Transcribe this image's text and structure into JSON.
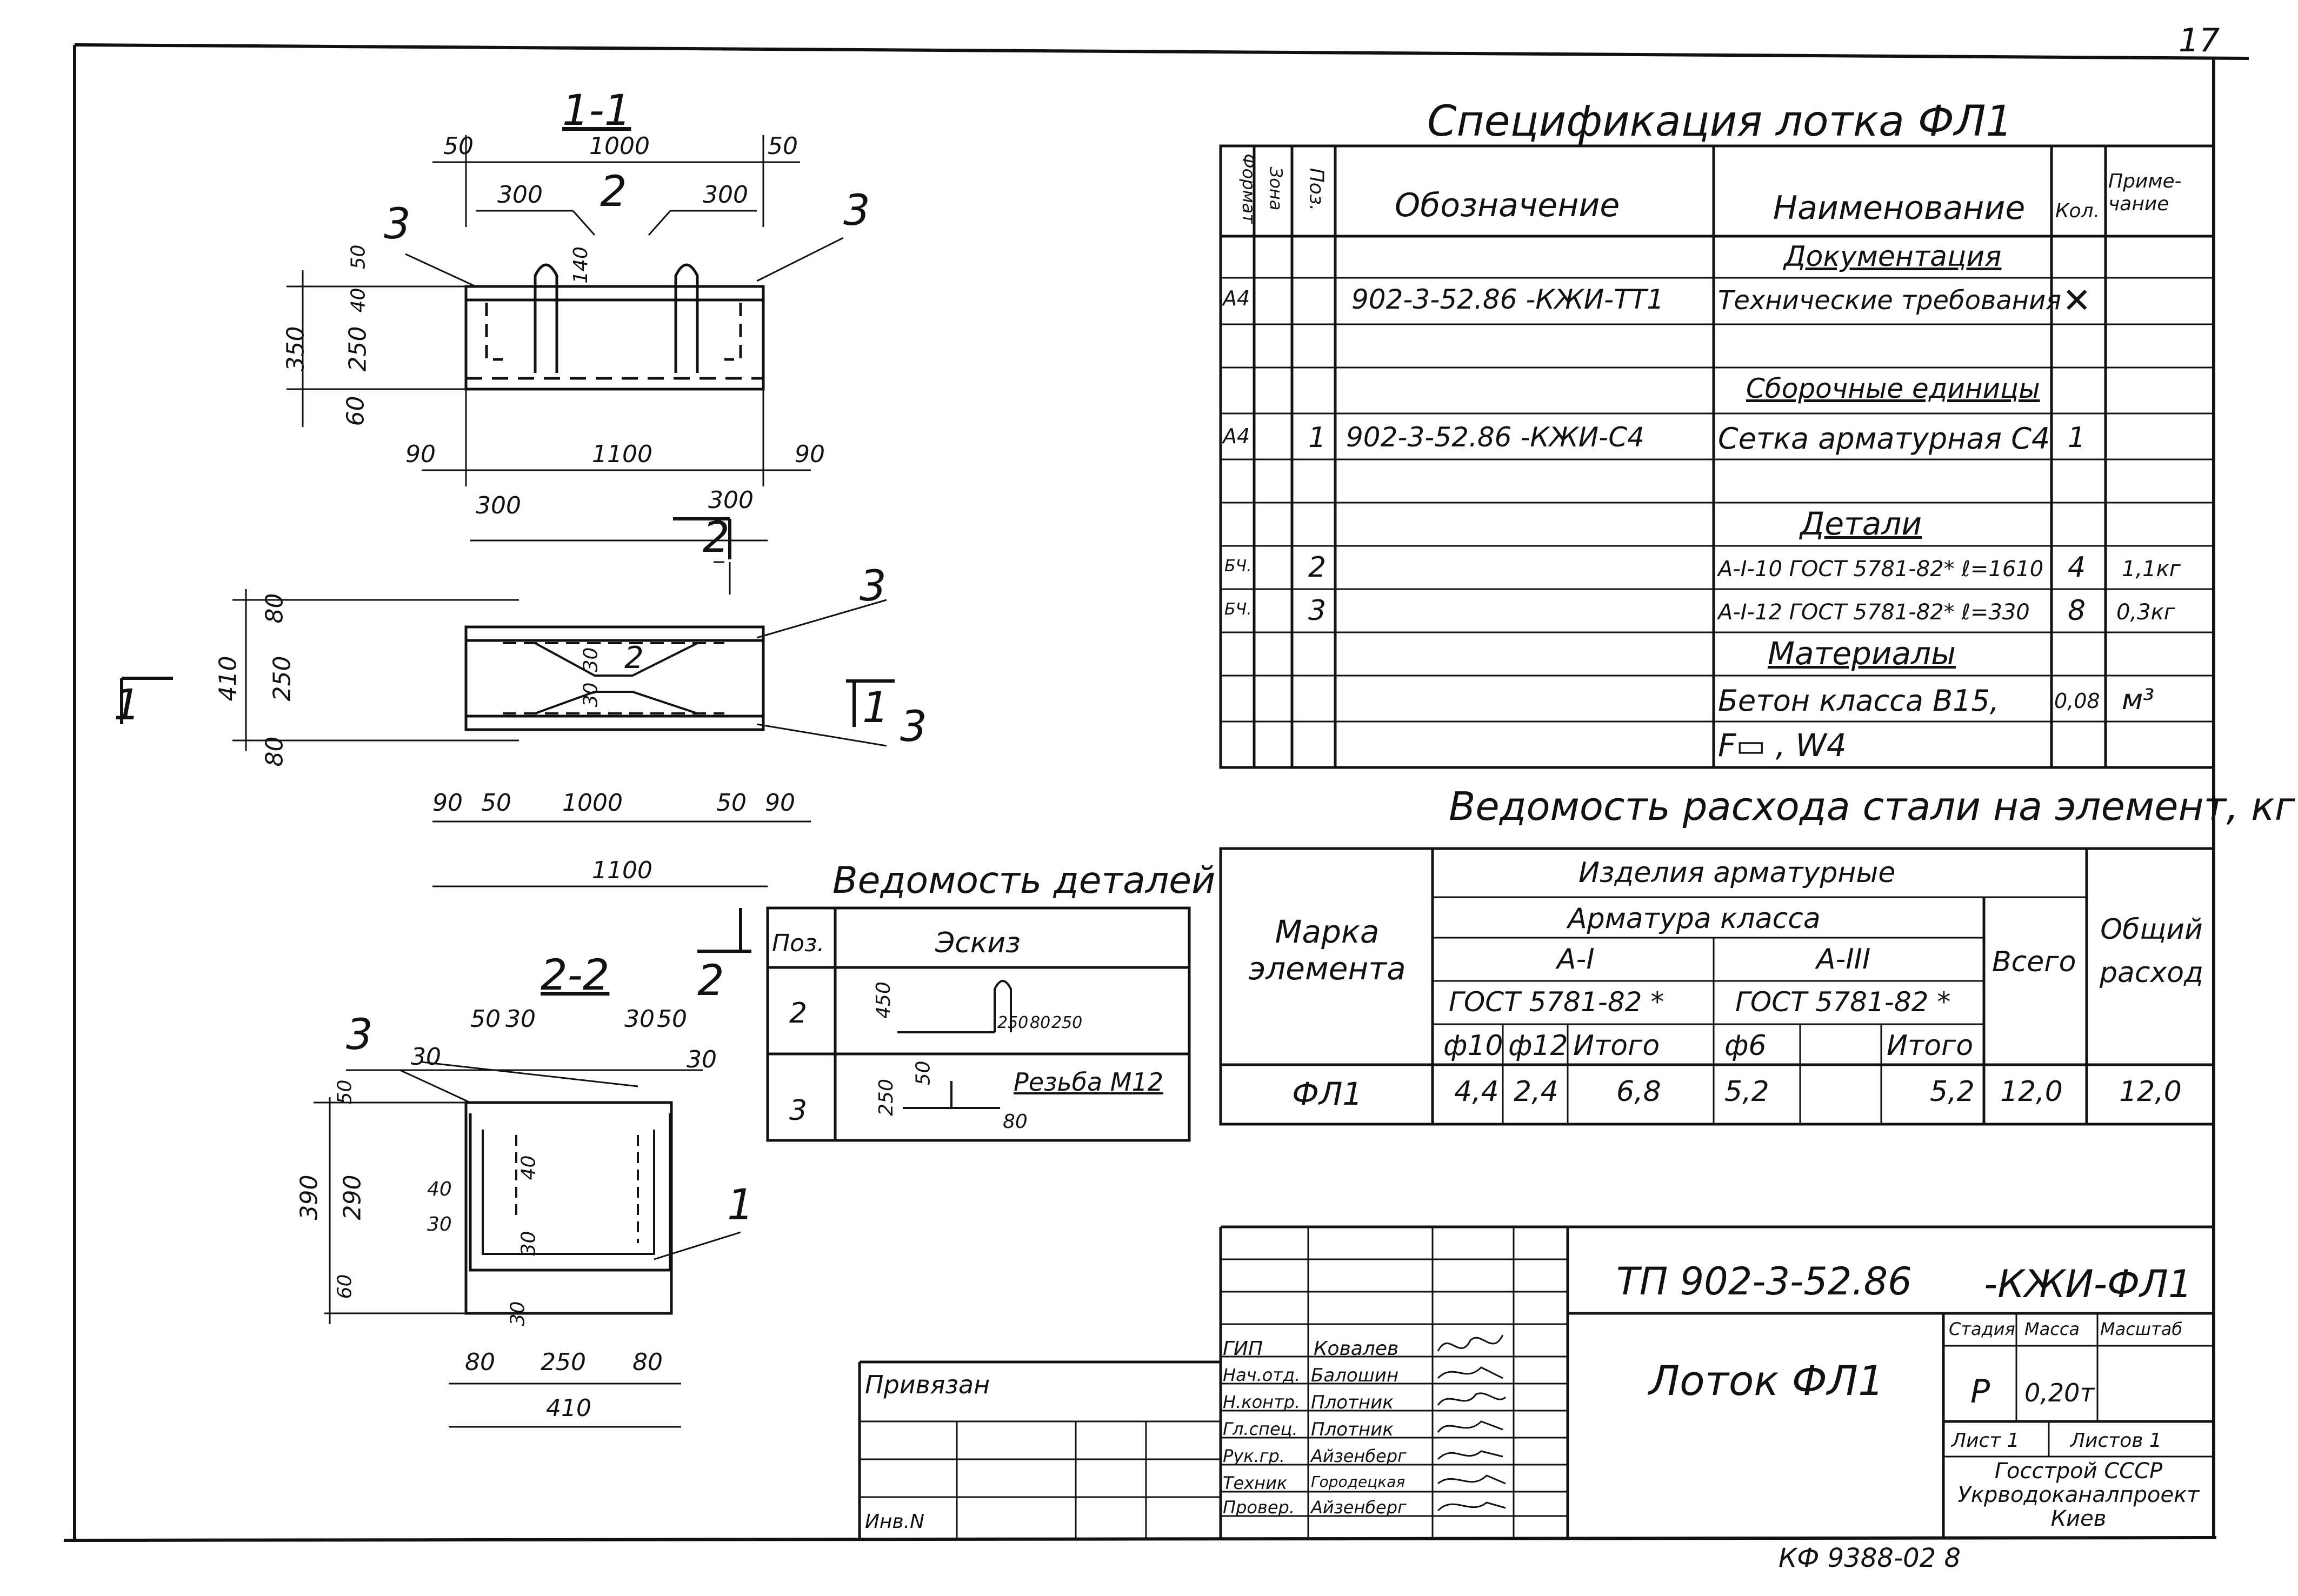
{
  "corner_mark": "17",
  "section_1_1": {
    "title": "1-1",
    "dims": [
      "50",
      "1000",
      "50",
      "300",
      "2",
      "300",
      "3",
      "3",
      "50",
      "40",
      "350",
      "250",
      "60",
      "90",
      "1100",
      "90",
      "140"
    ]
  },
  "plan": {
    "dims_top": [
      "300",
      "300"
    ],
    "section_mark": "2",
    "dims_left": [
      "80",
      "410",
      "250",
      "80"
    ],
    "labels": [
      "3",
      "3",
      "1",
      "1",
      "2",
      "30",
      "30"
    ],
    "dims_bottom": [
      "90",
      "50",
      "1000",
      "50",
      "90"
    ],
    "overall": "1100"
  },
  "section_2_2": {
    "title": "2-2",
    "labels": [
      "3",
      "30",
      "50",
      "30",
      "30",
      "50",
      "30",
      "2",
      "1"
    ],
    "dims_left": [
      "50",
      "390",
      "290",
      "40",
      "30",
      "60",
      "40",
      "30",
      "30"
    ],
    "dims_bottom": [
      "80",
      "250",
      "80"
    ],
    "overall": "410"
  },
  "details": {
    "title": "Ведомость деталей",
    "headers": [
      "Поз.",
      "Эскиз"
    ],
    "rows": [
      {
        "pos": "2",
        "sketch": [
          "450",
          "250",
          "80",
          "250"
        ]
      },
      {
        "pos": "3",
        "sketch": [
          "250",
          "50",
          "80"
        ],
        "note": "Резьба М12"
      }
    ]
  },
  "spec": {
    "title": "Спецификация лотка ФЛ1",
    "headers": [
      "Формат",
      "Зона",
      "Поз.",
      "Обозначение",
      "Наименование",
      "Кол.",
      "Приме-чание"
    ],
    "rows": [
      {
        "fmt": "",
        "zone": "",
        "pos": "",
        "des": "",
        "name": "Документация",
        "qty": "",
        "note": ""
      },
      {
        "fmt": "А4",
        "zone": "",
        "pos": "",
        "des": "902-3-52.86   -КЖИ-ТТ1",
        "name": "Технические требования",
        "qty": "✕",
        "note": ""
      },
      {
        "fmt": "",
        "zone": "",
        "pos": "",
        "des": "",
        "name": "",
        "qty": "",
        "note": ""
      },
      {
        "fmt": "",
        "zone": "",
        "pos": "",
        "des": "",
        "name": "Сборочные единицы",
        "qty": "",
        "note": ""
      },
      {
        "fmt": "А4",
        "zone": "",
        "pos": "1",
        "des": "902-3-52.86   -КЖИ-С4",
        "name": "Сетка арматурная С4",
        "qty": "1",
        "note": ""
      },
      {
        "fmt": "",
        "zone": "",
        "pos": "",
        "des": "",
        "name": "",
        "qty": "",
        "note": ""
      },
      {
        "fmt": "",
        "zone": "",
        "pos": "",
        "des": "",
        "name": "Детали",
        "qty": "",
        "note": ""
      },
      {
        "fmt": "БЧ.",
        "zone": "",
        "pos": "2",
        "des": "",
        "name": "А-I-10 ГОСТ 5781-82* ℓ=1610",
        "qty": "4",
        "note": "1,1кг"
      },
      {
        "fmt": "БЧ.",
        "zone": "",
        "pos": "3",
        "des": "",
        "name": "А-I-12 ГОСТ 5781-82* ℓ=330",
        "qty": "8",
        "note": "0,3кг"
      },
      {
        "fmt": "",
        "zone": "",
        "pos": "",
        "des": "",
        "name": "Материалы",
        "qty": "",
        "note": ""
      },
      {
        "fmt": "",
        "zone": "",
        "pos": "",
        "des": "",
        "name": "Бетон класса В15,",
        "qty": "0,08",
        "note": "м³"
      },
      {
        "fmt": "",
        "zone": "",
        "pos": "",
        "des": "",
        "name": "F▭ , W4",
        "qty": "",
        "note": ""
      }
    ]
  },
  "steel": {
    "title": "Ведомость расхода стали на элемент, кг",
    "h_mark": "Марка элемента",
    "h_products": "Изделия арматурные",
    "h_rebar": "Арматура    класса",
    "h_a1": "А-I",
    "h_a3": "А-III",
    "h_gost1": "ГОСТ 5781-82 *",
    "h_gost3": "ГОСТ 5781-82 *",
    "h_cols": [
      "ф10",
      "ф12",
      "Итого",
      "ф6",
      "",
      "Итого"
    ],
    "h_total": "Всего",
    "h_overall": "Общий расход",
    "row": [
      "ФЛ1",
      "4,4",
      "2,4",
      "6,8",
      "5,2",
      "",
      "5,2",
      "12,0",
      "12,0"
    ]
  },
  "stamp": {
    "code": "ТП 902-3-52.86",
    "code_suffix": "-КЖИ-ФЛ1",
    "name": "Лоток ФЛ1",
    "stage_h": "Стадия",
    "mass_h": "Масса",
    "scale_h": "Масштаб",
    "stage": "Р",
    "mass": "0,20т",
    "sheet": "Лист 1",
    "sheets": "Листов 1",
    "org": "Госстрой СССР Укрводоканалпроект Киев",
    "roles": [
      "ГИП",
      "Нач.отд.",
      "Н.контр.",
      "Гл.спец.",
      "Рук.гр.",
      "Техник",
      "Провер."
    ],
    "names": [
      "Ковалев",
      "Балошин",
      "Плотник",
      "Плотник",
      "Айзенберг",
      "Городецкая",
      "Айзенберг"
    ],
    "bound": "Привязан",
    "inv": "Инв.N",
    "footer": "КФ 9388-02   8"
  }
}
